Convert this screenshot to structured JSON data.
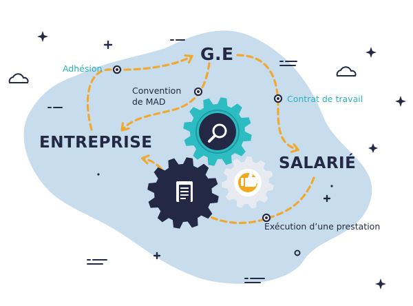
{
  "colors": {
    "blob": "#c7dced",
    "path": "#f0a830",
    "navy": "#232845",
    "teal": "#2ebcc3",
    "teal_dark": "#1e9aa1",
    "gray_gear": "#e7eaf0",
    "gold": "#f3a71c"
  },
  "nodes": {
    "ge": "G.E",
    "entreprise": "ENTREPRISE",
    "salarie": "SALARIÉ"
  },
  "links": {
    "adhesion": "Adhésion",
    "convention_line1": "Convention",
    "convention_line2": "de MAD",
    "contrat": "Contrat de travail",
    "execution": "Exécution d’une prestation"
  },
  "icons": {
    "teal_gear": "magnifier-icon",
    "white_gear": "thumbs-up-icon",
    "navy_gear": "document-icon"
  }
}
